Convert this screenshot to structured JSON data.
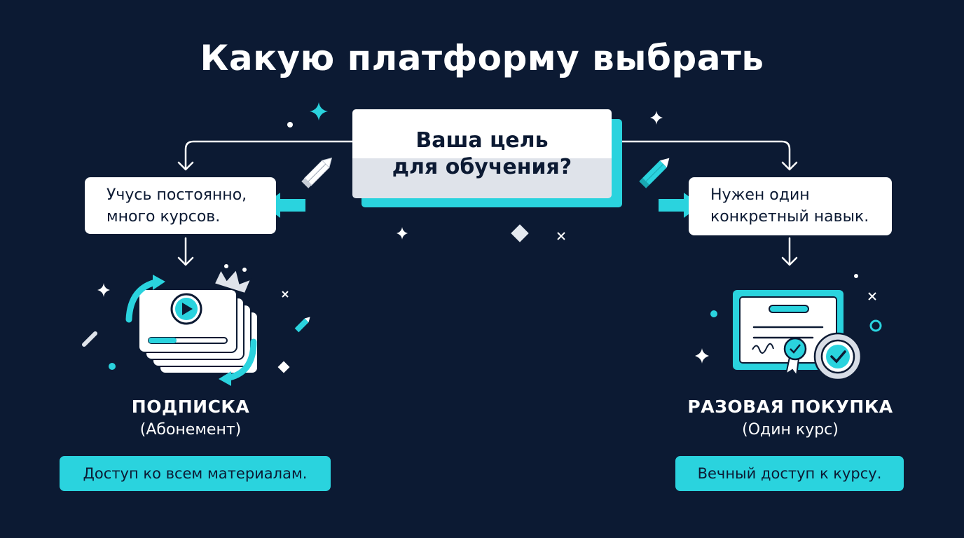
{
  "title": "Какую платформу выбрать",
  "question": {
    "line1": "Ваша цель",
    "line2": "для обучения?"
  },
  "left": {
    "answer_line1": "Учусь постоянно,",
    "answer_line2": "много курсов.",
    "plan_title": "ПОДПИСКА",
    "plan_subtitle": "(Абонемент)",
    "benefit": "Доступ ко всем материалам.",
    "icon": "video-cards-subscription-icon"
  },
  "right": {
    "answer_line1": "Нужен один",
    "answer_line2": "конкретный навык.",
    "plan_title": "РАЗОВАЯ ПОКУПКА",
    "plan_subtitle": "(Один курс)",
    "benefit": "Вечный доступ к курсу.",
    "icon": "certificate-icon"
  },
  "colors": {
    "background": "#0c1a33",
    "accent": "#2ad3de",
    "card": "#ffffff",
    "text_dark": "#0c1a33"
  }
}
